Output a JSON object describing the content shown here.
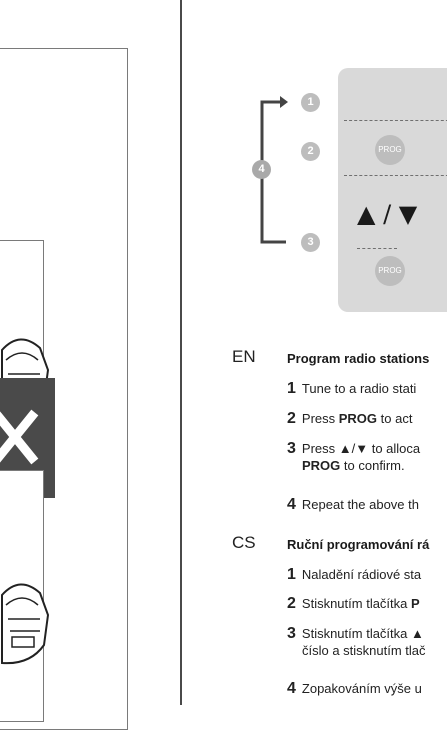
{
  "diagram": {
    "numbers": [
      "1",
      "2",
      "3",
      "4"
    ],
    "prog_label": "PROG",
    "arrows_label": "▲ / ▼"
  },
  "en": {
    "lang": "EN",
    "title": "Program radio stations",
    "steps": [
      {
        "n": "1",
        "text": "Tune to a radio stati"
      },
      {
        "n": "2",
        "pre": "Press ",
        "bold": "PROG",
        "post": " to act"
      },
      {
        "n": "3",
        "pre": "Press ▲/▼ to alloca",
        "line2_bold": "PROG",
        "line2_post": " to confirm."
      },
      {
        "n": "4",
        "text": "Repeat the above th"
      }
    ]
  },
  "cs": {
    "lang": "CS",
    "title": "Ruční programování rá",
    "steps": [
      {
        "n": "1",
        "text": "Naladění rádiové sta"
      },
      {
        "n": "2",
        "pre": "Stisknutím tlačítka ",
        "bold": "P"
      },
      {
        "n": "3",
        "pre": "Stisknutím tlačítka ▲",
        "line2": "číslo a stisknutím tlač"
      },
      {
        "n": "4",
        "text": "Zopakováním výše u"
      }
    ]
  }
}
